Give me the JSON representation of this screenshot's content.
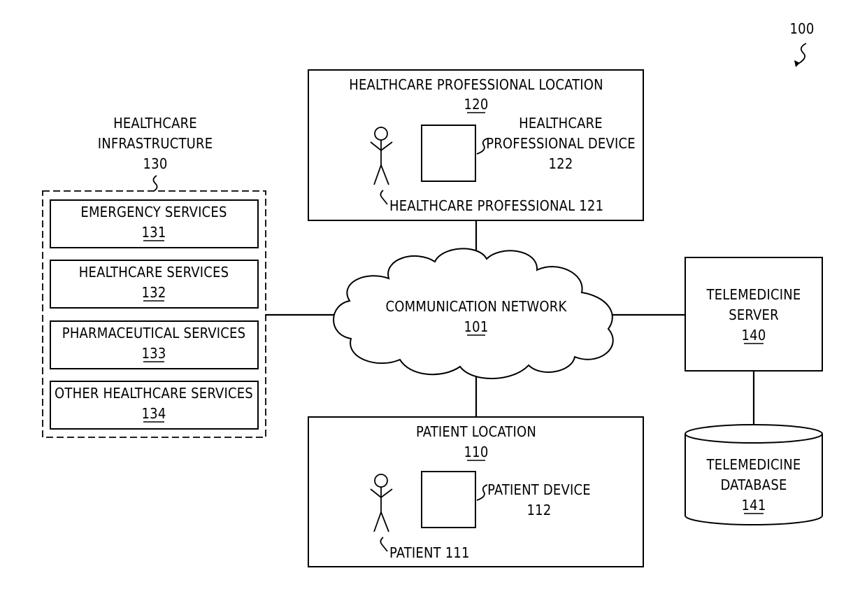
{
  "figure": {
    "ref": "100"
  },
  "network": {
    "label": "COMMUNICATION NETWORK",
    "ref": "101"
  },
  "professional_location": {
    "title": "HEALTHCARE PROFESSIONAL LOCATION",
    "ref": "120",
    "device_line1": "HEALTHCARE",
    "device_line2": "PROFESSIONAL DEVICE",
    "device_ref": "122",
    "person_label": "HEALTHCARE PROFESSIONAL 121"
  },
  "patient_location": {
    "title": "PATIENT LOCATION",
    "ref": "110",
    "device_label": "PATIENT DEVICE",
    "device_ref": "112",
    "person_label": "PATIENT 111"
  },
  "infrastructure": {
    "title_line1": "HEALTHCARE",
    "title_line2": "INFRASTRUCTURE",
    "ref": "130",
    "services": [
      {
        "label": "EMERGENCY SERVICES",
        "ref": "131"
      },
      {
        "label": "HEALTHCARE SERVICES",
        "ref": "132"
      },
      {
        "label": "PHARMACEUTICAL SERVICES",
        "ref": "133"
      },
      {
        "label": "OTHER HEALTHCARE SERVICES",
        "ref": "134"
      }
    ]
  },
  "server": {
    "line1": "TELEMEDICINE",
    "line2": "SERVER",
    "ref": "140"
  },
  "database": {
    "line1": "TELEMEDICINE",
    "line2": "DATABASE",
    "ref": "141"
  }
}
